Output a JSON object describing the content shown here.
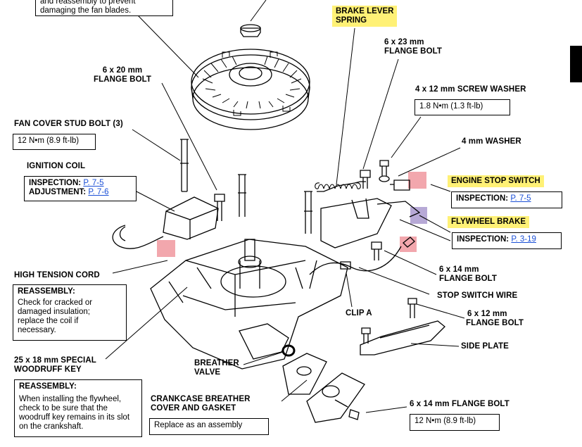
{
  "callouts": {
    "top_note": "and reassembly to prevent damaging the fan blades.",
    "brake_lever_spring": [
      "BRAKE LEVER",
      "SPRING"
    ],
    "flange_bolt_6x23": [
      "6 x 23 mm",
      "FLANGE BOLT"
    ],
    "flange_bolt_6x20": [
      "6 x 20 mm",
      "FLANGE BOLT"
    ],
    "screw_washer": "4 x 12 mm SCREW WASHER",
    "screw_washer_torque": "1.8 N•m (1.3 ft-lb)",
    "fan_cover_stud_bolt": "FAN COVER STUD BOLT (3)",
    "fan_cover_stud_torque": "12 N•m (8.9 ft-lb)",
    "washer_4mm": "4 mm WASHER",
    "ignition_coil": "IGNITION COIL",
    "ignition_inspection_label": "INSPECTION:",
    "ignition_inspection_ref": "P. 7-5",
    "ignition_adjustment_label": "ADJUSTMENT:",
    "ignition_adjustment_ref": "P. 7-6",
    "engine_stop_switch": "ENGINE STOP SWITCH",
    "stop_switch_inspection_label": "INSPECTION:",
    "stop_switch_inspection_ref": "P. 7-5",
    "flywheel_brake": "FLYWHEEL BRAKE",
    "flywheel_brake_inspection_label": "INSPECTION:",
    "flywheel_brake_inspection_ref": "P. 3-19",
    "high_tension_cord": "HIGH TENSION CORD",
    "htc_reassembly_title": "REASSEMBLY:",
    "htc_reassembly_lines": [
      "Check for cracked or",
      "damaged insulation;",
      "replace the coil if",
      "necessary."
    ],
    "flange_bolt_6x14_a": [
      "6 x 14 mm",
      "FLANGE BOLT"
    ],
    "stop_switch_wire": "STOP SWITCH WIRE",
    "clip_a": "CLIP A",
    "flange_bolt_6x12": [
      "6 x 12 mm",
      "FLANGE BOLT"
    ],
    "side_plate": "SIDE PLATE",
    "woodruff_key": [
      "25 x 18 mm SPECIAL",
      "WOODRUFF KEY"
    ],
    "breather_valve": [
      "BREATHER",
      "VALVE"
    ],
    "kb_reassembly_title": "REASSEMBLY:",
    "kb_reassembly_lines": [
      "When installing the flywheel,",
      "check to be sure that the",
      "woodruff key remains in its slot",
      "on the crankshaft."
    ],
    "crankcase_breather": [
      "CRANKCASE BREATHER",
      "COVER AND GASKET"
    ],
    "crankcase_breather_note": "Replace as an assembly",
    "flange_bolt_6x14_b": "6 x 14 mm FLANGE BOLT",
    "flange_bolt_6x14_b_torque": "12 N•m (8.9 ft-lb)"
  },
  "colors": {
    "highlight": "#fff176",
    "link": "#1a4fd6",
    "pink_marker": "#f2a7ad",
    "purple_marker": "#b7a9d6"
  }
}
